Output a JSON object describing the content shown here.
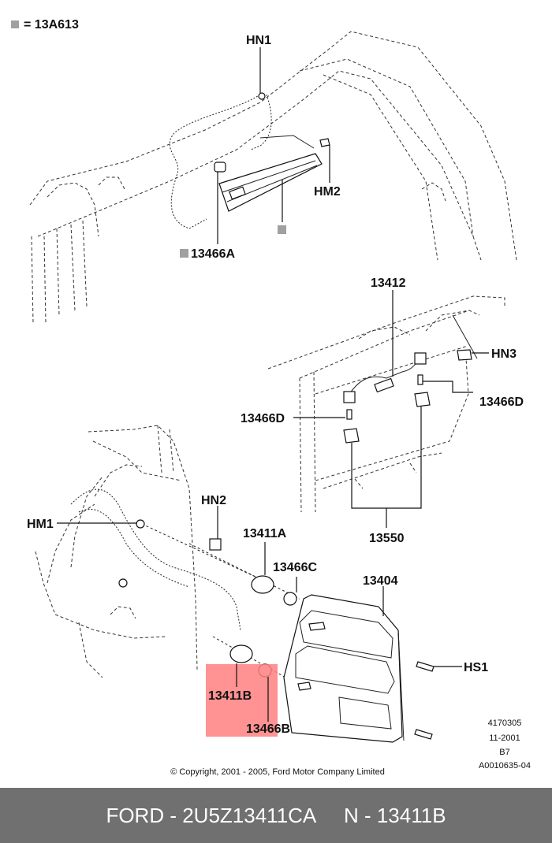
{
  "legend": {
    "marker_color": "#a0a0a0",
    "text": "= 13A613"
  },
  "labels": {
    "hn1": "HN1",
    "hm2": "HM2",
    "part_13466a": "13466A",
    "part_13412": "13412",
    "hn3": "HN3",
    "part_13466d_left": "13466D",
    "part_13466d_right": "13466D",
    "part_13550": "13550",
    "hn2": "HN2",
    "hm1": "HM1",
    "part_13411a": "13411A",
    "part_13466c": "13466C",
    "part_13404": "13404",
    "hs1": "HS1",
    "part_13411b": "13411B",
    "part_13466b": "13466B"
  },
  "highlight": {
    "color": "#ff7f7f"
  },
  "info_block": [
    "4170305",
    "11-2001",
    "B7",
    "A0010635-04"
  ],
  "copyright": "© Copyright, 2001 - 2005, Ford Motor Company Limited",
  "footer": {
    "text": "FORD - 2U5Z13411CA     N - 13411B",
    "background": "#707070"
  }
}
